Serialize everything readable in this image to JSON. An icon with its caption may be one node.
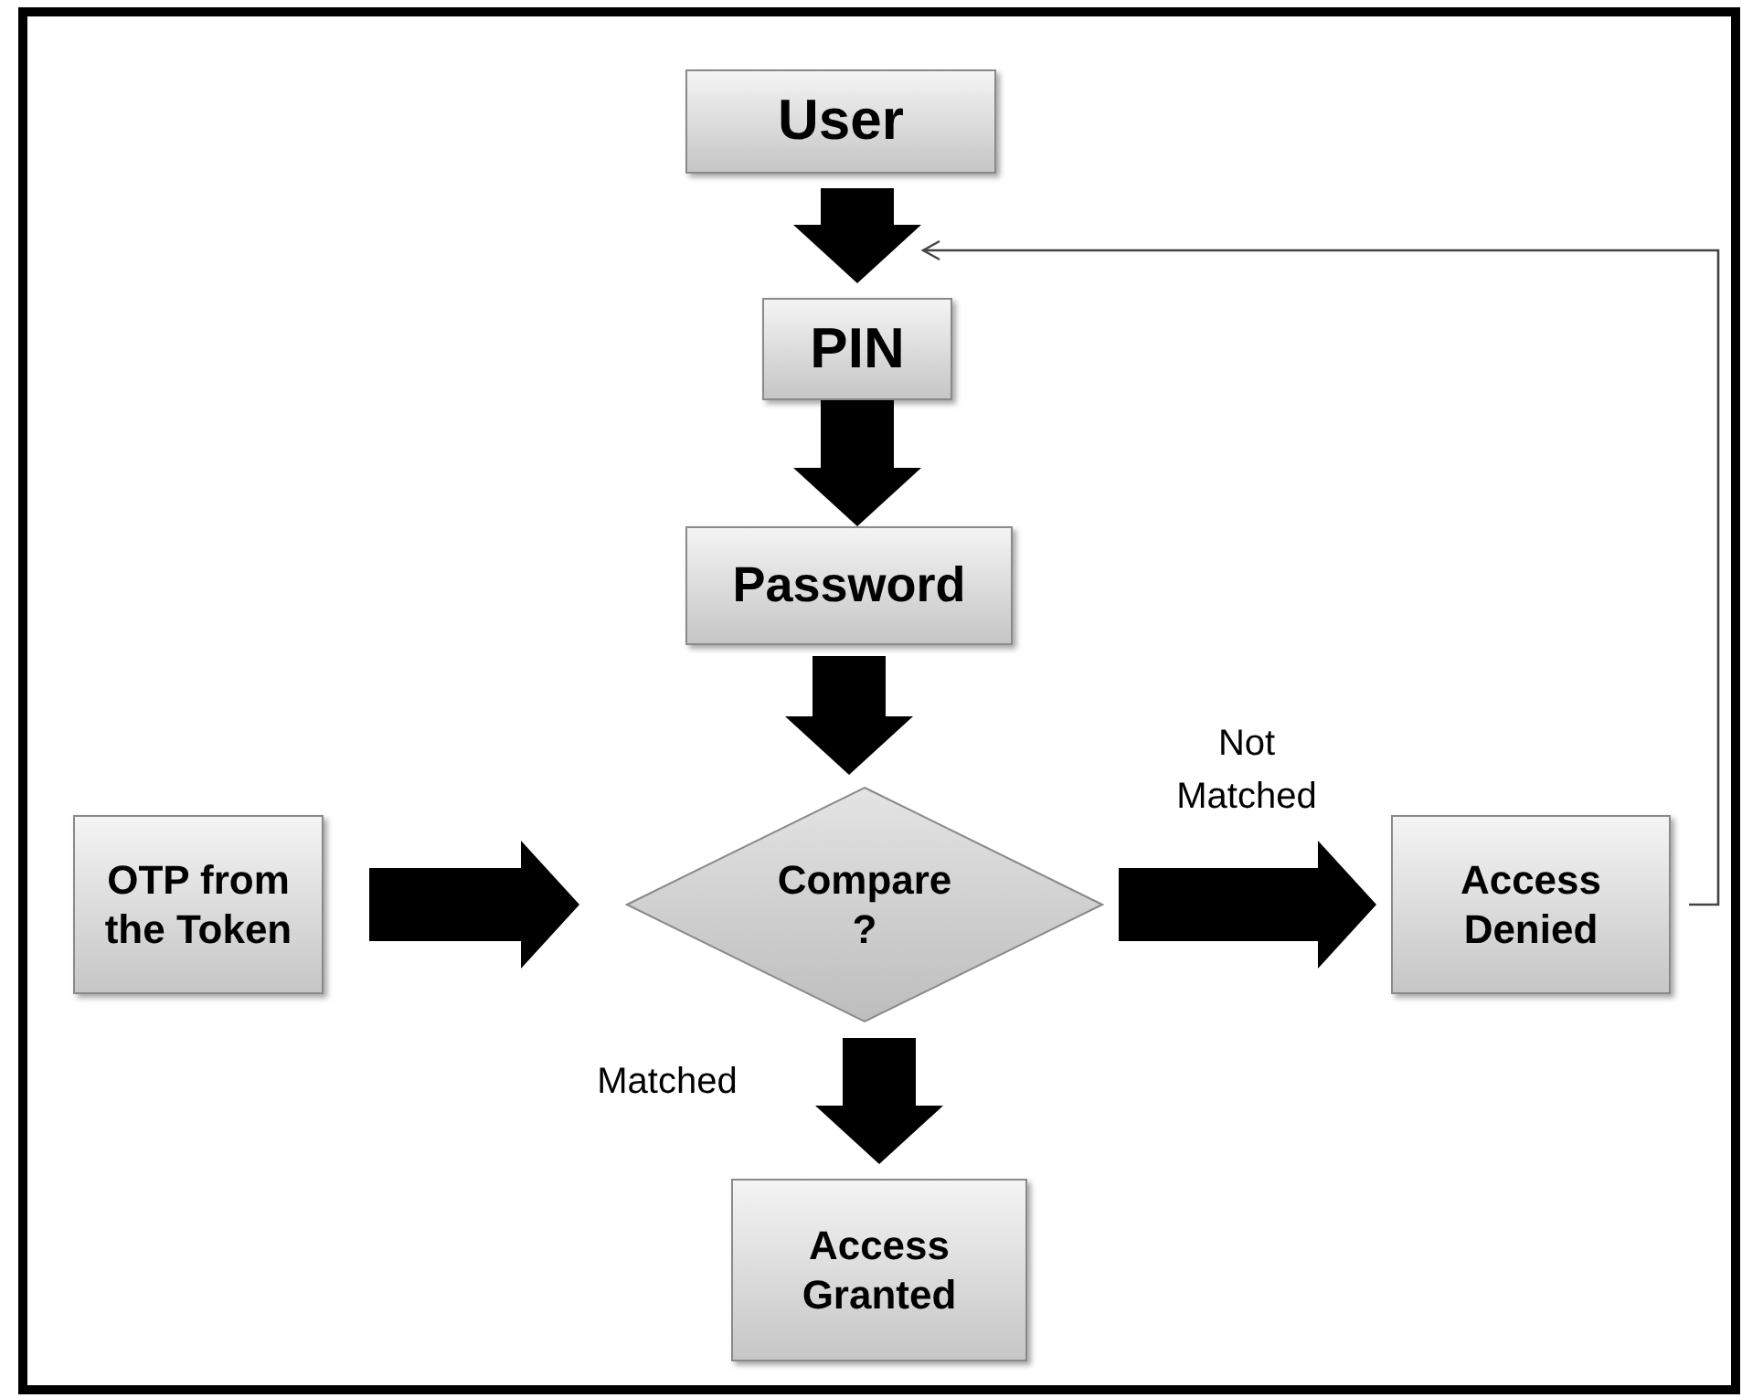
{
  "diagram": {
    "nodes": [
      {
        "text": [
          "User"
        ]
      },
      {
        "text": [
          "PIN"
        ]
      },
      {
        "text": [
          "Password"
        ]
      },
      {
        "text": [
          "Compare ?"
        ]
      },
      {
        "text": [
          "OTP from the Token"
        ]
      },
      {
        "text": [
          "Access Denied"
        ]
      },
      {
        "text": [
          "Access Granted"
        ]
      }
    ],
    "edges": [
      {
        "from": 0,
        "to": 1,
        "arrow": "to",
        "style": "thick"
      },
      {
        "from": 1,
        "to": 2,
        "arrow": "to",
        "style": "thick"
      },
      {
        "from": 2,
        "to": 3,
        "arrow": "to",
        "style": "thick"
      },
      {
        "from": 4,
        "to": 3,
        "arrow": "to",
        "style": "thick"
      },
      {
        "from": 3,
        "to": 5,
        "arrow": "to",
        "style": "thick",
        "label": "Not Matched"
      },
      {
        "from": 3,
        "to": 6,
        "arrow": "to",
        "style": "thick",
        "label": "Matched"
      },
      {
        "from": 5,
        "to": 1,
        "arrow": "to"
      }
    ]
  }
}
